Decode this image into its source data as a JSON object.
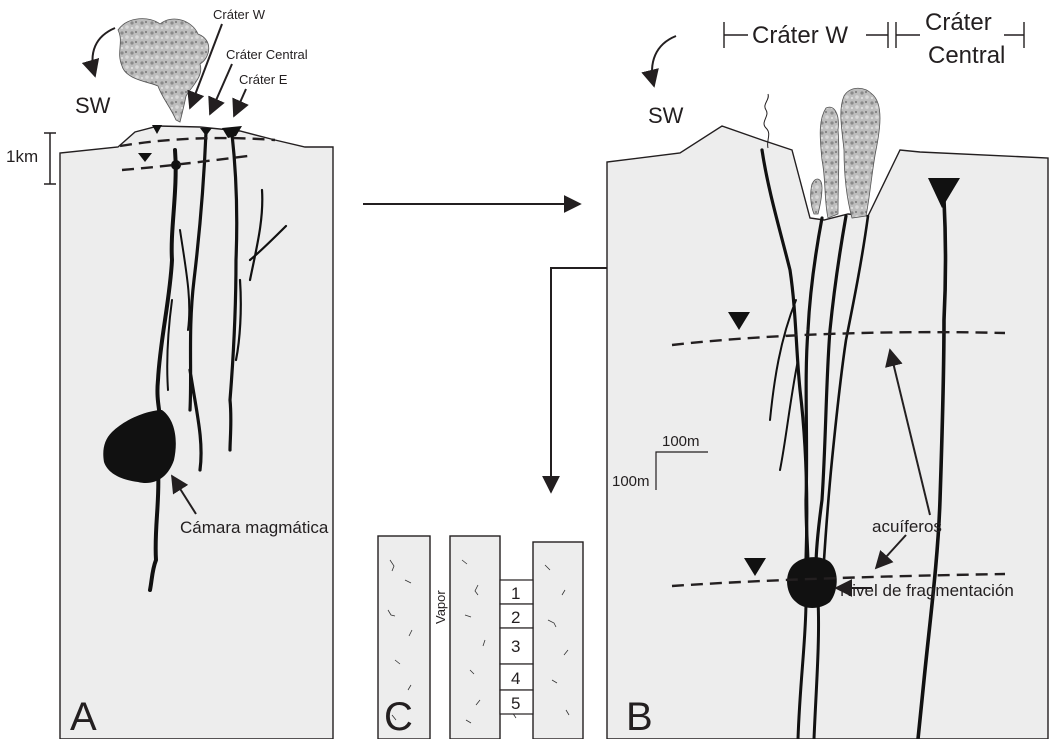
{
  "panel_a": {
    "letter": "A",
    "direction_label": "SW",
    "scale_label": "1km",
    "crater_w_label": "Cráter W",
    "crater_central_label": "Cráter Central",
    "crater_e_label": "Cráter E",
    "chamber_label": "Cámara magmática"
  },
  "panel_b": {
    "letter": "B",
    "direction_label": "SW",
    "crater_w_label": "Cráter W",
    "crater_central_label_line1": "Cráter",
    "crater_central_label_line2": "Central",
    "scale_horizontal_label": "100m",
    "scale_vertical_label": "100m",
    "aquifers_label": "acuíferos",
    "fragmentation_label": "Nivel de fragmentación"
  },
  "panel_c": {
    "letter": "C",
    "vapor_label": "Vapor",
    "levels": [
      "1",
      "2",
      "3",
      "4",
      "5"
    ]
  },
  "colors": {
    "rock_fill": "#ededed",
    "ink": "#231f20",
    "plume": "#9a9a9a"
  }
}
